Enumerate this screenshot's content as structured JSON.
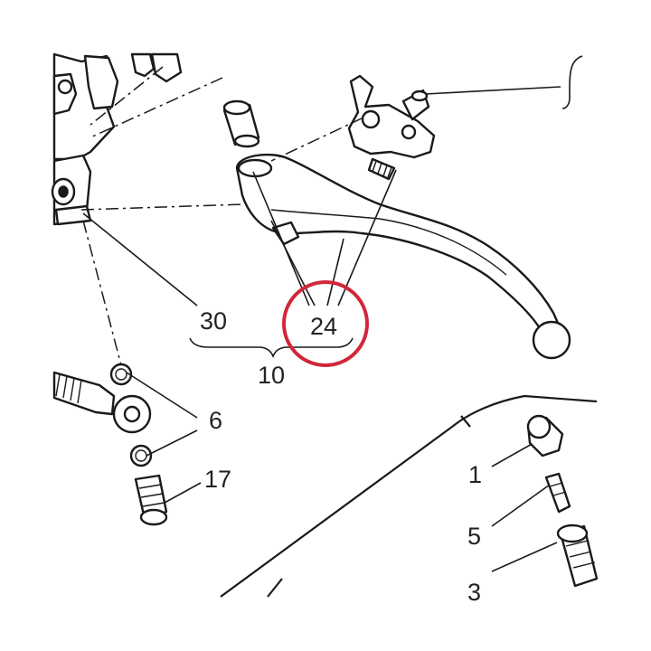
{
  "callouts": {
    "c30": "30",
    "c24": "24",
    "c10": "10",
    "c6": "6",
    "c17": "17",
    "c1": "1",
    "c5": "5",
    "c3": "3"
  },
  "highlight": {
    "color": "#d0283a",
    "target": "24"
  },
  "colors": {
    "line": "#1a1a1a",
    "background": "#ffffff"
  }
}
